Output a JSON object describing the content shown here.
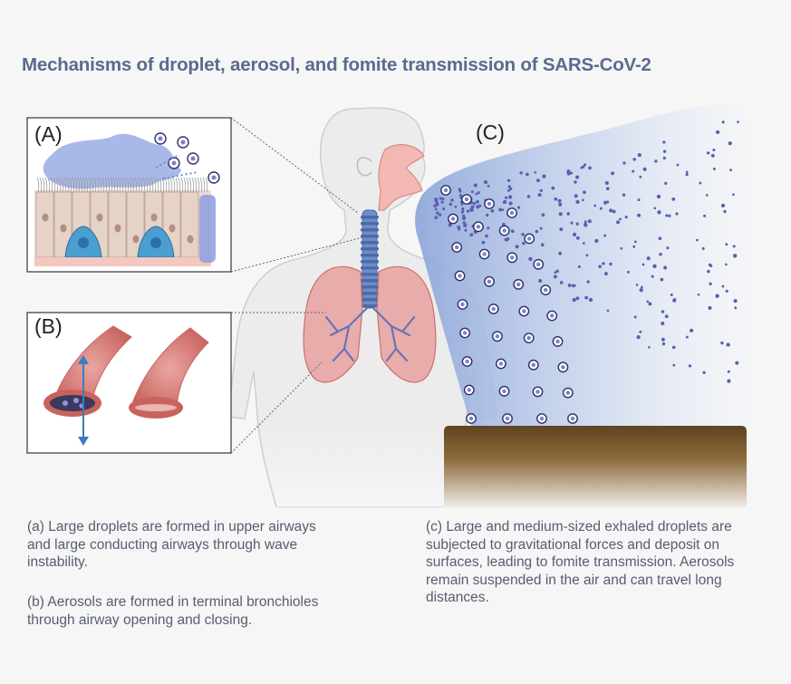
{
  "title": "Mechanisms of droplet, aerosol, and fomite transmission of SARS-CoV-2",
  "panels": {
    "a": "(A)",
    "b": "(B)",
    "c": "(C)"
  },
  "captions": {
    "a": "(a) Large droplets are formed in upper airways and large conducting airways through wave instability.",
    "b": "(b) Aerosols are formed in terminal bronchioles through airway opening and closing.",
    "c": "(c) Large and medium-sized exhaled droplets are subjected to gravitational forces and deposit on surfaces, leading to fomite transmission. Aerosols remain suspended in the air and can travel long distances."
  },
  "colors": {
    "title": "#5b6a8f",
    "plume": "#9fb6e0",
    "droplet": "#2d2f6b",
    "aerosol": "#5a5fae",
    "tissue": "#d98a86",
    "trachea": "#5b7cb8",
    "surface": "#8b6a3a"
  }
}
